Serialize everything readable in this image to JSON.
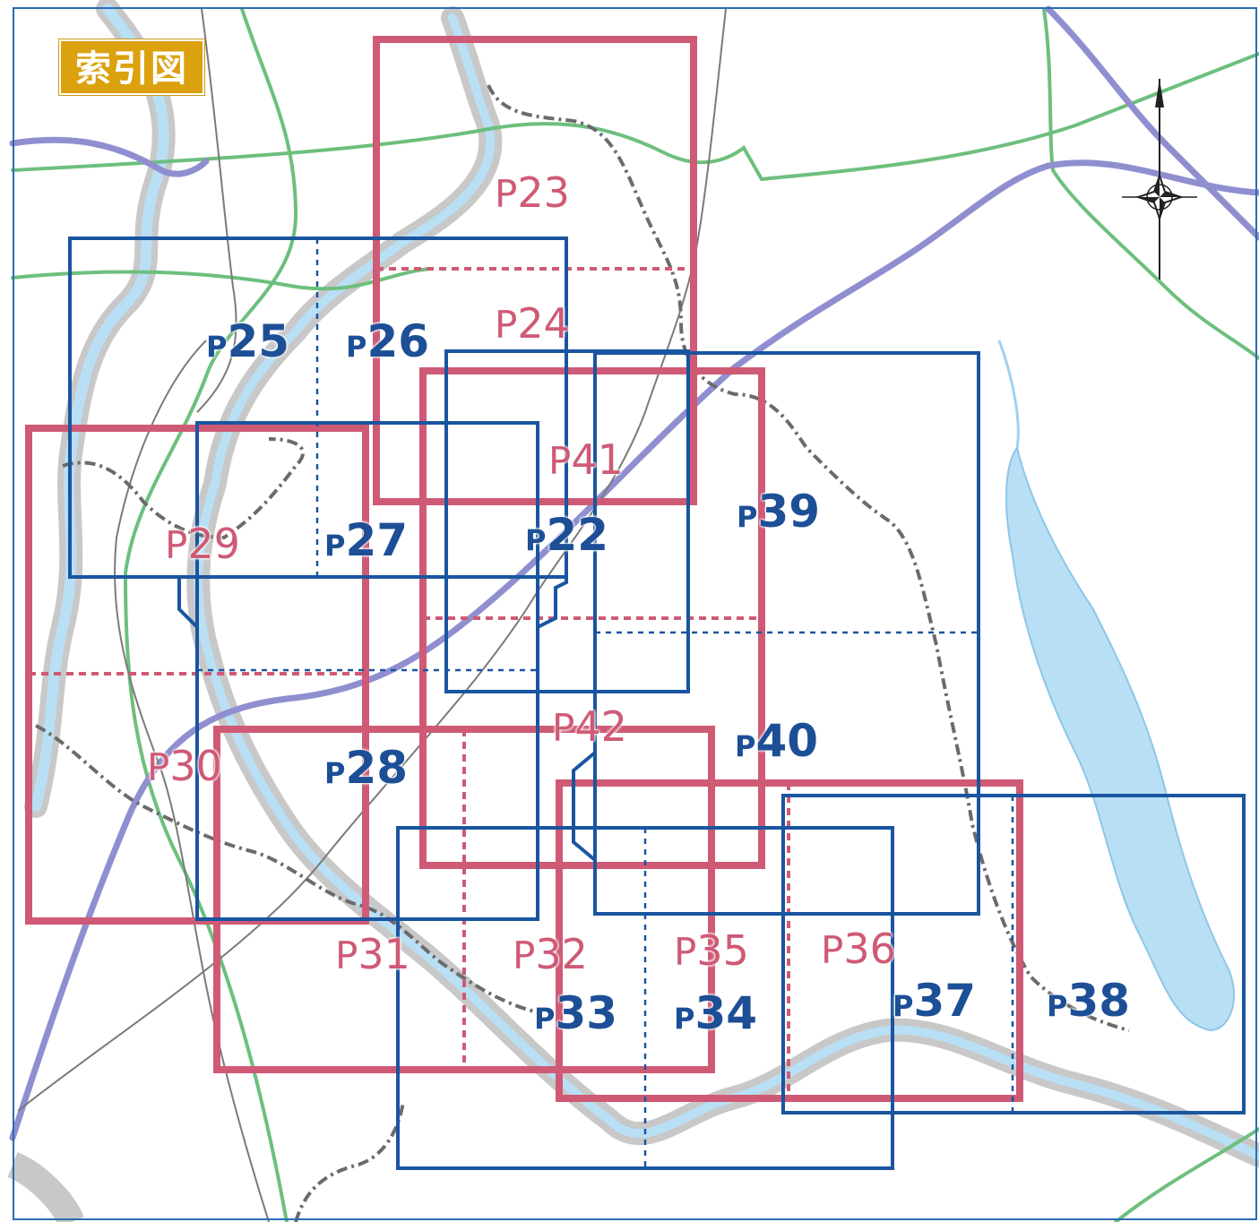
{
  "title": "索引図",
  "colors": {
    "blue_frame": "#1a55a0",
    "pink_frame": "#cf5a75",
    "river": "#b9dff5",
    "river_bank": "#c8c8c8",
    "rail_green": "#6dbf7d",
    "highway": "#8f8fd0",
    "boundary": "#666666"
  },
  "icons": {
    "north_arrow": "compass-rose-icon"
  },
  "page_labels": {
    "p23": {
      "prefix": "P",
      "num": "23",
      "color": "pink"
    },
    "p24": {
      "prefix": "P",
      "num": "24",
      "color": "pink"
    },
    "p25": {
      "prefix": "P",
      "num": "25",
      "color": "blue"
    },
    "p26": {
      "prefix": "P",
      "num": "26",
      "color": "blue"
    },
    "p41": {
      "prefix": "P",
      "num": "41",
      "color": "pink"
    },
    "p39": {
      "prefix": "P",
      "num": "39",
      "color": "blue"
    },
    "p29": {
      "prefix": "P",
      "num": "29",
      "color": "pink"
    },
    "p27": {
      "prefix": "P",
      "num": "27",
      "color": "blue"
    },
    "p22": {
      "prefix": "P",
      "num": "22",
      "color": "blue"
    },
    "p42": {
      "prefix": "P",
      "num": "42",
      "color": "pink"
    },
    "p40": {
      "prefix": "P",
      "num": "40",
      "color": "blue"
    },
    "p30": {
      "prefix": "P",
      "num": "30",
      "color": "pink"
    },
    "p28": {
      "prefix": "P",
      "num": "28",
      "color": "blue"
    },
    "p31": {
      "prefix": "P",
      "num": "31",
      "color": "pink"
    },
    "p32": {
      "prefix": "P",
      "num": "32",
      "color": "pink"
    },
    "p35": {
      "prefix": "P",
      "num": "35",
      "color": "pink"
    },
    "p36": {
      "prefix": "P",
      "num": "36",
      "color": "pink"
    },
    "p33": {
      "prefix": "P",
      "num": "33",
      "color": "blue"
    },
    "p34": {
      "prefix": "P",
      "num": "34",
      "color": "blue"
    },
    "p37": {
      "prefix": "P",
      "num": "37",
      "color": "blue"
    },
    "p38": {
      "prefix": "P",
      "num": "38",
      "color": "blue"
    }
  }
}
